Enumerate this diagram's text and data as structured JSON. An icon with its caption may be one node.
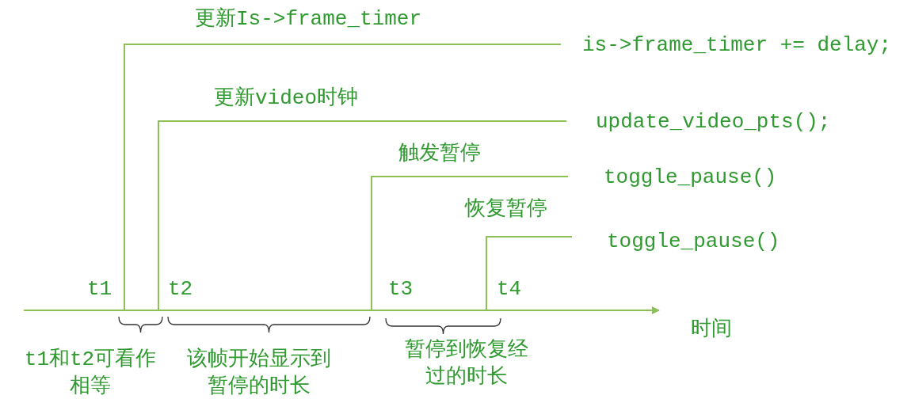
{
  "diagram": {
    "labels": [
      "更新Is->frame_timer",
      "is->frame_timer += delay;",
      "更新video时钟",
      "update_video_pts();",
      "触发暂停",
      "toggle_pause()",
      "恢复暂停",
      "toggle_pause()",
      "t1",
      "t2",
      "t3",
      "t4",
      "时间",
      "t1和t2可看作相等",
      "该帧开始显示到暂停的时长",
      "暂停到恢复经过的时长"
    ]
  }
}
